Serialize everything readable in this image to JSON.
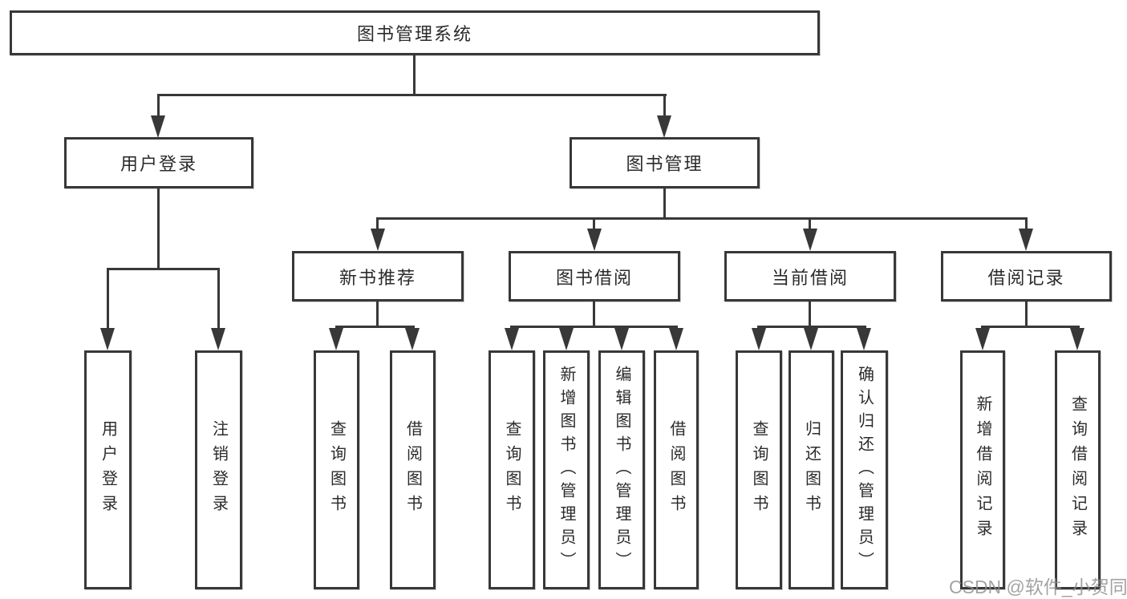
{
  "diagram": {
    "root": {
      "id": "library-management-system",
      "label": "图书管理系统",
      "children": [
        {
          "id": "user-login",
          "label": "用户登录",
          "children": [
            {
              "id": "user-login-action",
              "label": "用户登录"
            },
            {
              "id": "logout-action",
              "label": "注销登录"
            }
          ]
        },
        {
          "id": "book-management",
          "label": "图书管理",
          "children": [
            {
              "id": "new-book-recommendation",
              "label": "新书推荐",
              "children": [
                {
                  "id": "query-books",
                  "label": "查询图书"
                },
                {
                  "id": "borrow-books",
                  "label": "借阅图书"
                }
              ]
            },
            {
              "id": "book-borrowing",
              "label": "图书借阅",
              "children": [
                {
                  "id": "query-books",
                  "label": "查询图书"
                },
                {
                  "id": "add-book-admin",
                  "label": "新增图书（管理员）"
                },
                {
                  "id": "edit-book-admin",
                  "label": "编辑图书（管理员）"
                },
                {
                  "id": "borrow-books",
                  "label": "借阅图书"
                }
              ]
            },
            {
              "id": "current-borrowing",
              "label": "当前借阅",
              "children": [
                {
                  "id": "query-books",
                  "label": "查询图书"
                },
                {
                  "id": "return-books",
                  "label": "归还图书"
                },
                {
                  "id": "confirm-return-admin",
                  "label": "确认归还（管理员）"
                }
              ]
            },
            {
              "id": "borrowing-records",
              "label": "借阅记录",
              "children": [
                {
                  "id": "add-borrow-record",
                  "label": "新增借阅记录"
                },
                {
                  "id": "query-borrow-record",
                  "label": "查询借阅记录"
                }
              ]
            }
          ]
        }
      ]
    }
  },
  "watermark": {
    "text": "CSDN @软件_小贺同学"
  },
  "colors": {
    "line": "#383838",
    "text": "#2b2b2b",
    "watermark": "#8f8f8f",
    "background": "#ffffff"
  }
}
